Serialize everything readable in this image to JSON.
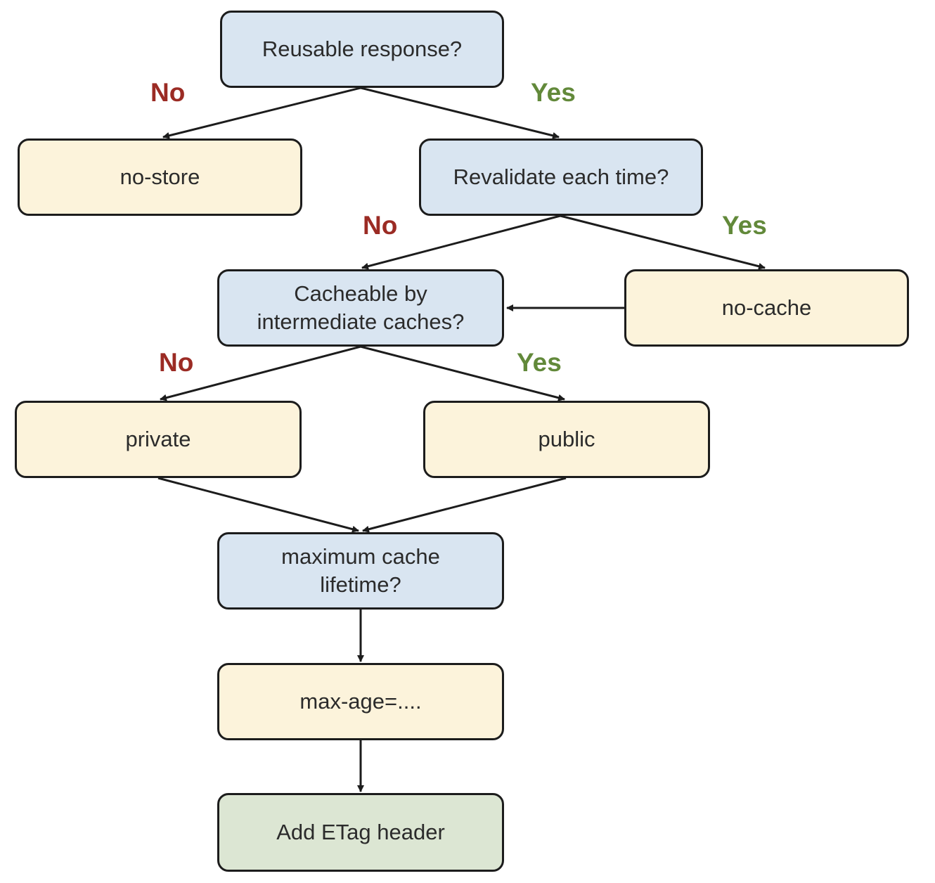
{
  "nodes": {
    "reusable": "Reusable response?",
    "no_store": "no-store",
    "revalidate": "Revalidate each time?",
    "cacheable": "Cacheable by\nintermediate caches?",
    "no_cache": "no-cache",
    "private": "private",
    "public": "public",
    "max_lifetime": "maximum cache\nlifetime?",
    "max_age": "max-age=....",
    "etag": "Add ETag header"
  },
  "labels": {
    "no": "No",
    "yes": "Yes"
  },
  "colors": {
    "question_fill": "#d9e5f1",
    "answer_fill": "#fcf3db",
    "final_fill": "#dce6d3",
    "no_label": "#9b2b24",
    "yes_label": "#62893a",
    "stroke": "#1c1c1c"
  }
}
